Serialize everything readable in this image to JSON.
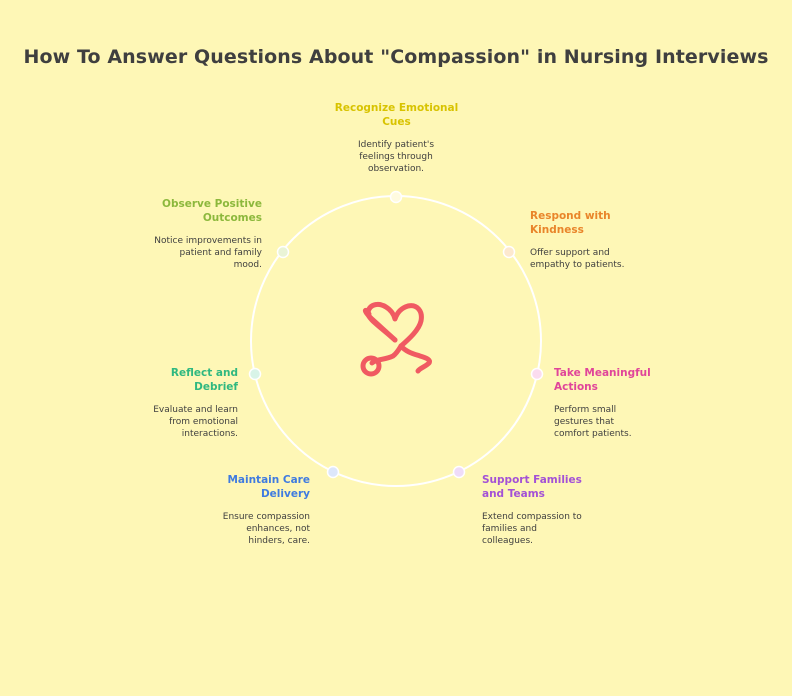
{
  "title": "How To Answer Questions About \"Compassion\" in Nursing Interviews",
  "center_icon": "heart-stethoscope-icon",
  "steps": [
    {
      "title": "Recognize Emotional Cues",
      "desc": "Identify patient's feelings through observation.",
      "color": "#d8c300"
    },
    {
      "title": "Respond with Kindness",
      "desc": "Offer support and empathy to patients.",
      "color": "#e9852a"
    },
    {
      "title": "Take Meaningful Actions",
      "desc": "Perform small gestures that comfort patients.",
      "color": "#e0459a"
    },
    {
      "title": "Support Families and Teams",
      "desc": "Extend compassion to families and colleagues.",
      "color": "#a351d6"
    },
    {
      "title": "Maintain Care Delivery",
      "desc": "Ensure compassion enhances, not hinders, care.",
      "color": "#3f7be0"
    },
    {
      "title": "Reflect and Debrief",
      "desc": "Evaluate and learn from emotional interactions.",
      "color": "#2fb880"
    },
    {
      "title": "Observe Positive Outcomes",
      "desc": "Notice improvements in patient and family mood.",
      "color": "#8cb83c"
    }
  ],
  "colors": {
    "background": "#fef7b6",
    "ring": "#ffffff",
    "icon": "#f05a62"
  }
}
